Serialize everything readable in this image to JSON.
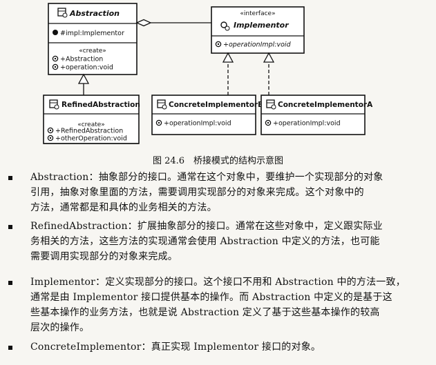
{
  "diagram": {
    "abstraction": {
      "name": "Abstraction",
      "fields": [
        "#impl:Implementor"
      ],
      "stereotype": "«create»",
      "methods": [
        "+Abstraction",
        "+operation:void"
      ]
    },
    "implementor": {
      "stereotype": "«interface»",
      "name": "Implementor",
      "methods": [
        "+operationImpl:void"
      ]
    },
    "refined": {
      "name": "RefinedAbstraction",
      "stereotype": "«create»",
      "methods": [
        "+RefinedAbstraction",
        "+otherOperation:void"
      ]
    },
    "concrete_b": {
      "name": "ConcreteImplementorB",
      "methods": [
        "+operationImpl:void"
      ]
    },
    "concrete_a": {
      "name": "ConcreteImplementorA",
      "methods": [
        "+operationImpl:void"
      ]
    },
    "colors": {
      "line": "#111111",
      "box_fill": "#ffffff"
    }
  },
  "caption": "图 24.6　桥接模式的结构示意图",
  "descriptions": [
    {
      "lines": [
        "Abstraction：抽象部分的接口。通常在这个对象中，要维护一个实现部分的对象",
        "引用，抽象对象里面的方法，需要调用实现部分的对象来完成。这个对象中的",
        "方法，通常都是和具体的业务相关的方法。"
      ]
    },
    {
      "lines": [
        "RefinedAbstraction：扩展抽象部分的接口。通常在这些对象中，定义跟实际业",
        "务相关的方法，这些方法的实现通常会使用 Abstraction 中定义的方法，也可能",
        "需要调用实现部分的对象来完成。"
      ]
    },
    {
      "lines": [
        "Implementor：定义实现部分的接口。这个接口不用和 Abstraction 中的方法一致，",
        "通常是由 Implementor 接口提供基本的操作。而 Abstraction 中定义的是基于这",
        "些基本操作的业务方法，也就是说 Abstraction 定义了基于这些基本操作的较高",
        "层次的操作。"
      ]
    },
    {
      "lines": [
        "ConcreteImplementor：真正实现 Implementor 接口的对象。"
      ]
    }
  ]
}
